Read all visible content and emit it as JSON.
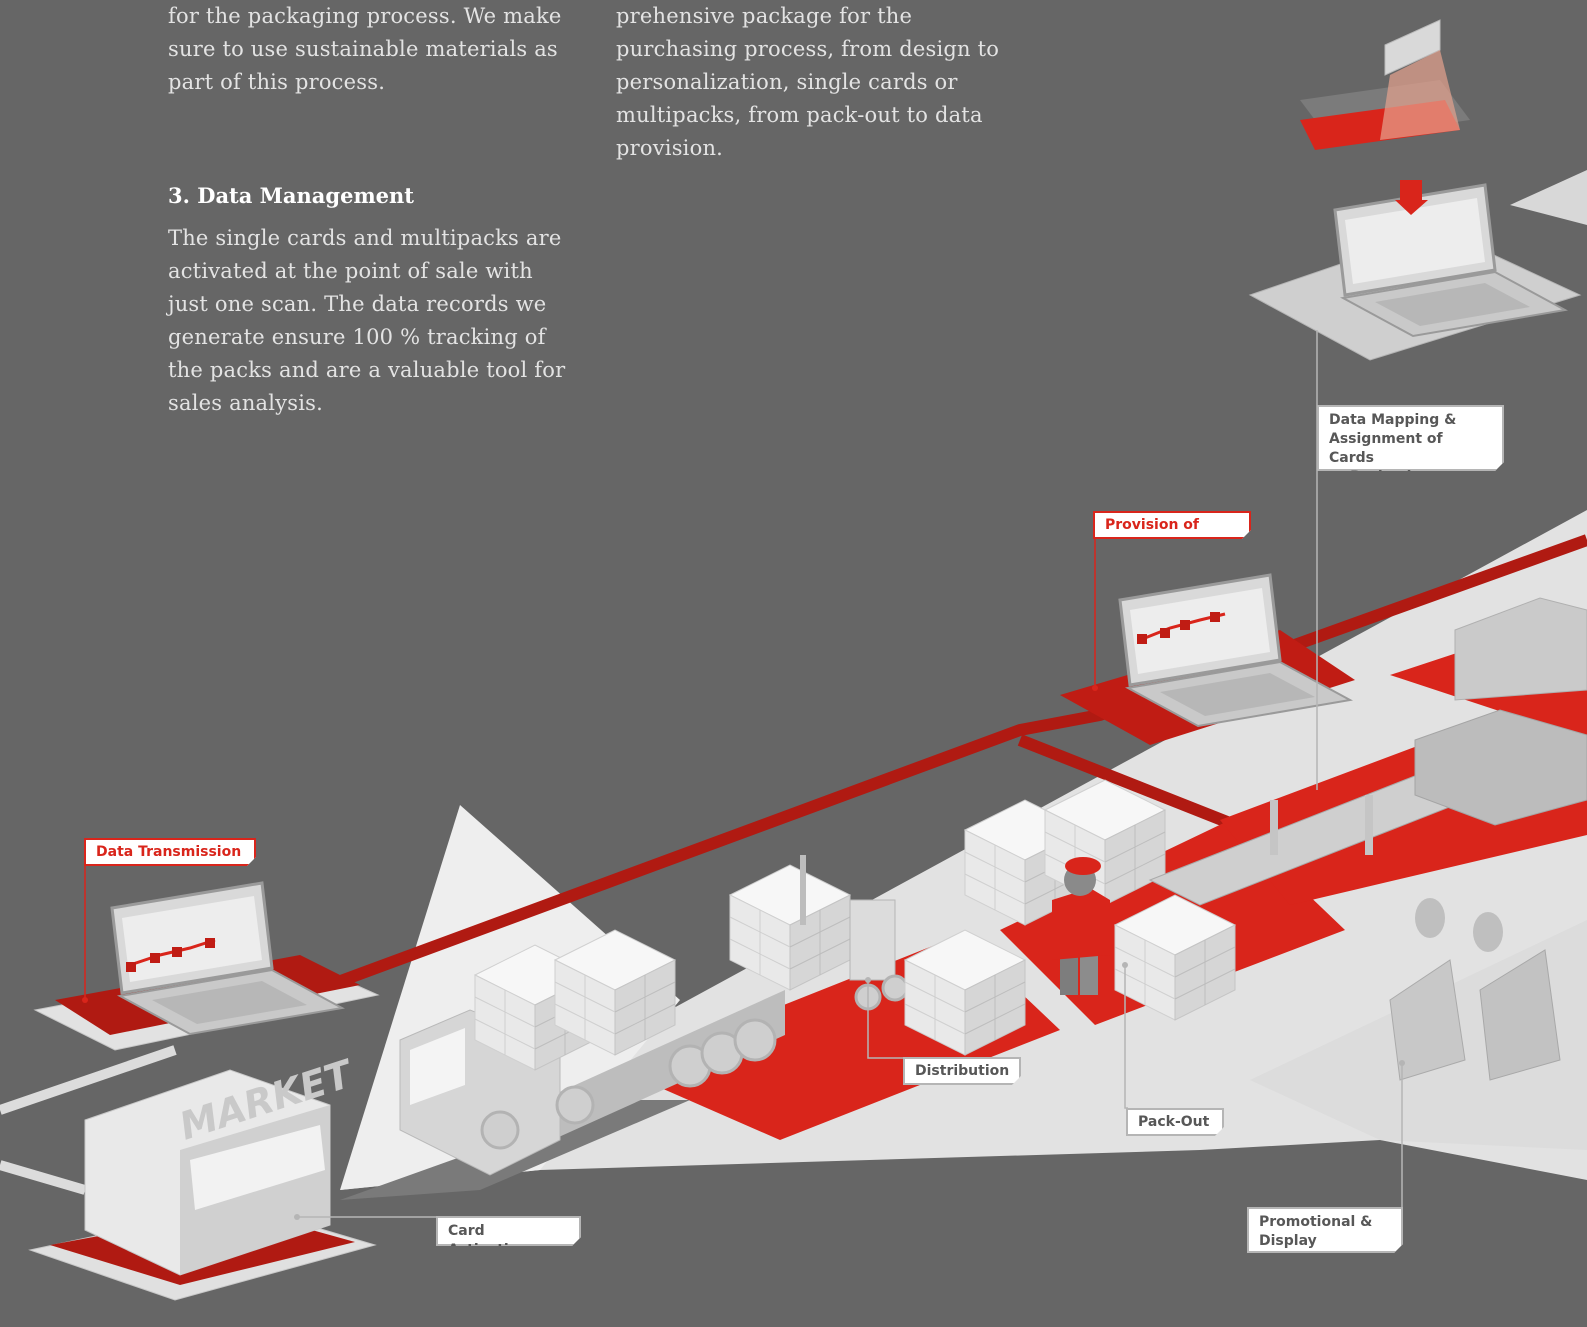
{
  "text": {
    "col1_partial": "for the packaging process. We make sure to use sustainable materials as part of this process.",
    "col2_partial": "prehensive package for the purchasing process, from design to personalization, single cards or multipacks, from pack-out to data provision.",
    "section3": {
      "heading": "3. Data Management",
      "body": "The single cards and multipacks are activated at the point of sale with just one scan. The data records we generate ensure 100 % tracking of the packs and are a valuable tool for sales analysis."
    }
  },
  "callouts": {
    "data_mapping": "Data Mapping &\nAssignment of Cards\nto Packaging",
    "provision_of_data": "Provision of Data",
    "data_transmission": "Data Transmission",
    "distribution": "Distribution",
    "pack_out": "Pack-Out",
    "card_activation": "Card Activation",
    "promotional_display": "Promotional &\nDisplay Packaging"
  },
  "illustration": {
    "market_sign": "MARKET"
  },
  "colors": {
    "background": "#666666",
    "accent_red": "#d9251b",
    "dark_red": "#a8140e",
    "surface_light": "#e2e2e2",
    "text_light": "#e3e3e3"
  }
}
